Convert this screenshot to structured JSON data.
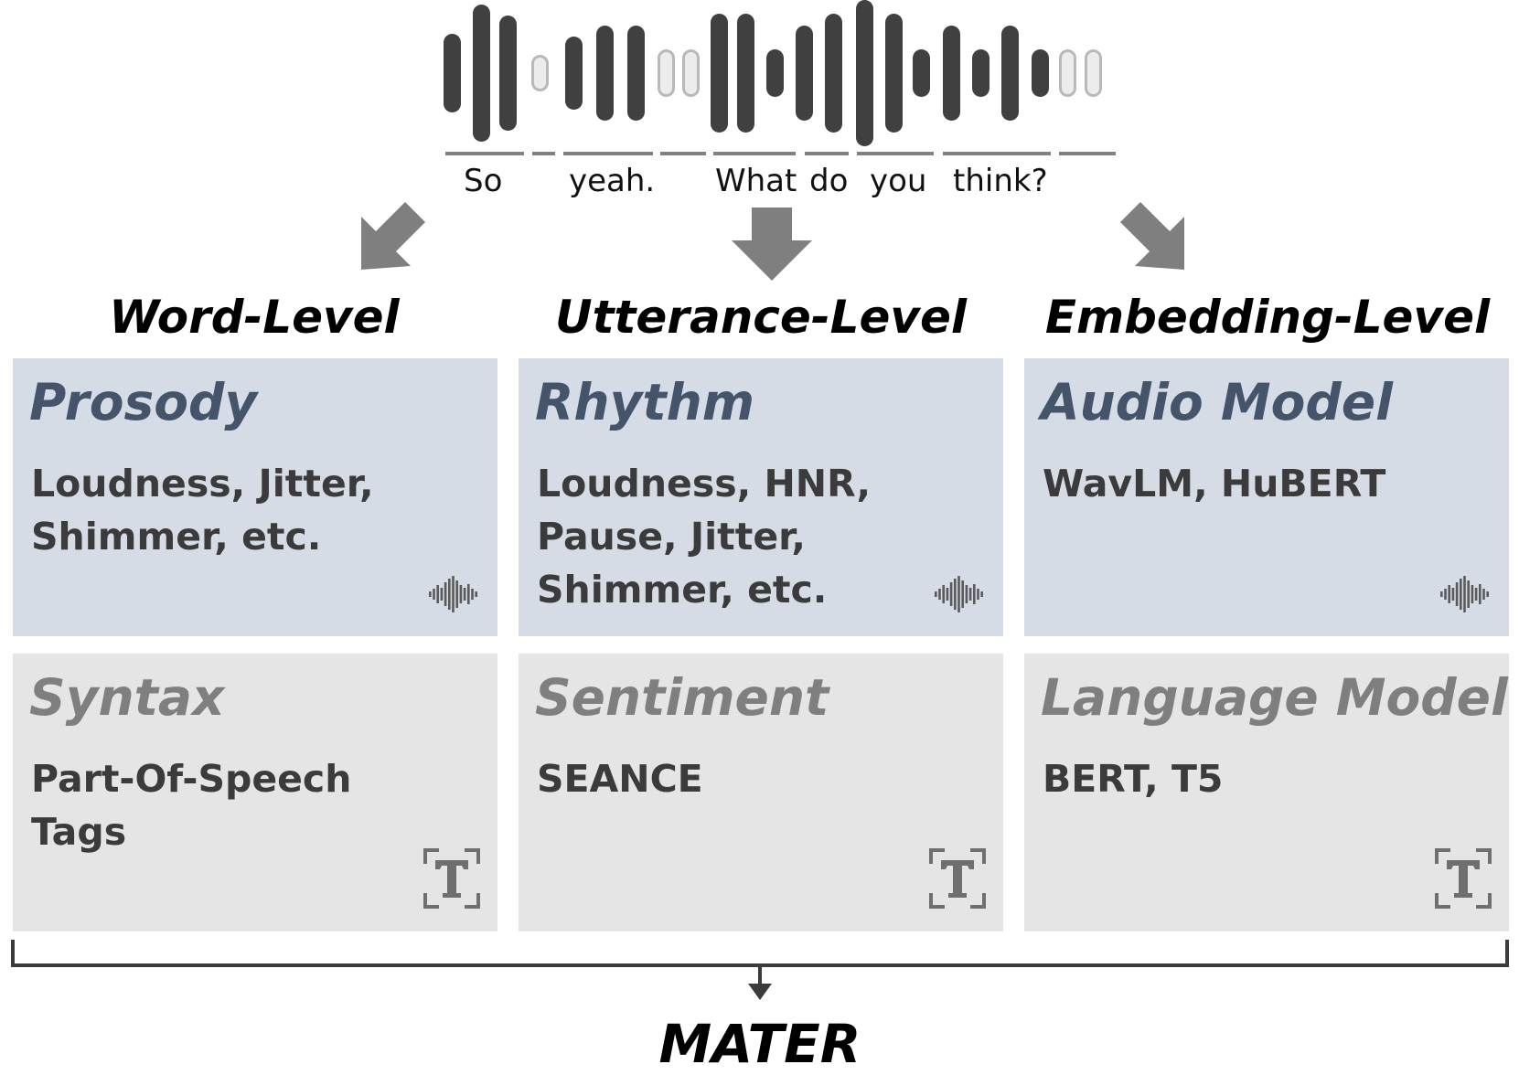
{
  "transcript": {
    "words": [
      "So",
      "yeah.",
      "What",
      "do",
      "you",
      "think?"
    ]
  },
  "levels": {
    "word": {
      "heading": "Word-Level",
      "audio": {
        "title": "Prosody",
        "description": "Loudness, Jitter,\nShimmer, etc."
      },
      "text": {
        "title": "Syntax",
        "description": "Part-Of-Speech\nTags"
      }
    },
    "utterance": {
      "heading": "Utterance-Level",
      "audio": {
        "title": "Rhythm",
        "description": "Loudness, HNR,\nPause, Jitter,\nShimmer, etc."
      },
      "text": {
        "title": "Sentiment",
        "description": "SEANCE"
      }
    },
    "embedding": {
      "heading": "Embedding-Level",
      "audio": {
        "title": "Audio Model",
        "description": "WavLM, HuBERT"
      },
      "text": {
        "title": "Language Model",
        "description": "BERT, T5"
      }
    }
  },
  "output": {
    "label": "MATER"
  },
  "icons": {
    "audio_icon": "waveform-icon",
    "text_icon": "text-T-icon"
  },
  "colors": {
    "audio_box": "#d6dce6",
    "text_box": "#e5e5e5",
    "audio_title": "#44546a",
    "text_title": "#7f7f7f",
    "arrow": "#7f7f7f",
    "waveform_bar": "#404040"
  }
}
